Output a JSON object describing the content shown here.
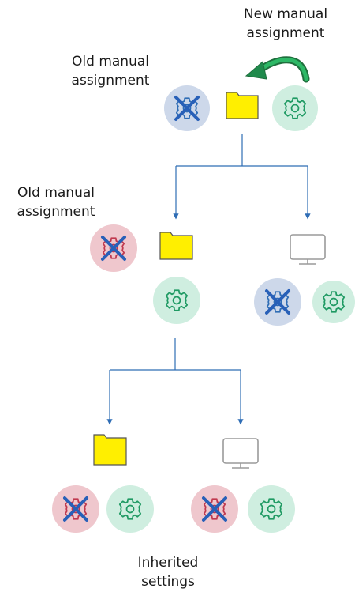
{
  "labels": {
    "new_manual_assignment": [
      "New manual",
      "assignment"
    ],
    "old_manual_assignment_top": [
      "Old manual",
      "assignment"
    ],
    "old_manual_assignment_mid": [
      "Old manual",
      "assignment"
    ],
    "inherited_settings": [
      "Inherited",
      "settings"
    ]
  },
  "colors": {
    "connector": "#2f6db5",
    "curved_arrow": "#1f8a4c",
    "folder_fill": "#ffef00",
    "folder_stroke": "#555555",
    "gear_circle": "#cfeee0",
    "gear_stroke": "#1f9a63",
    "blocked_blue_circle": "#cdd8ea",
    "blocked_red_circle": "#efc7cd",
    "cross": "#2860b8",
    "monitor_stroke": "#9a9a9a"
  },
  "icons": [
    "folder-icon",
    "gear-icon",
    "blocked-gear-icon",
    "monitor-icon"
  ]
}
